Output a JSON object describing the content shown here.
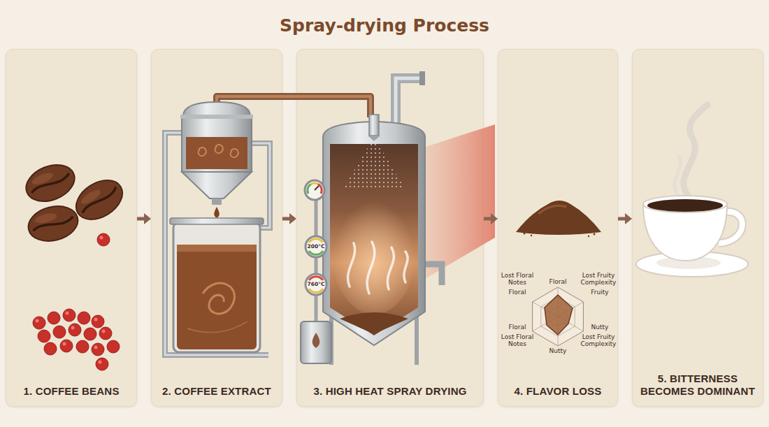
{
  "diagram": {
    "title": "Spray-drying Process",
    "nodes": [
      {
        "text": [
          "1. COFFEE BEANS"
        ]
      },
      {
        "text": [
          "2. COFFEE EXTRACT"
        ]
      },
      {
        "text": [
          "3. HIGH HEAT SPRAY DRYING"
        ]
      },
      {
        "text": [
          "4. FLAVOR LOSS"
        ]
      },
      {
        "text": [
          "5. BITTERNESS BECOMES DOMINANT"
        ]
      }
    ],
    "edges": [
      {
        "from": 0,
        "to": 1,
        "arrow": "to"
      },
      {
        "from": 1,
        "to": 2,
        "arrow": "to"
      },
      {
        "from": 2,
        "to": 3,
        "arrow": "to"
      },
      {
        "from": 3,
        "to": 4,
        "arrow": "to"
      }
    ],
    "labels": [
      "200°C",
      "760°C",
      "Lost Floral Notes",
      "Floral",
      "Lost Fruity Complexity",
      "Floral",
      "Fruity",
      "Floral",
      "Nutty",
      "Lost Floral Notes",
      "Nutty",
      "Lost Fruity Complexity"
    ]
  }
}
